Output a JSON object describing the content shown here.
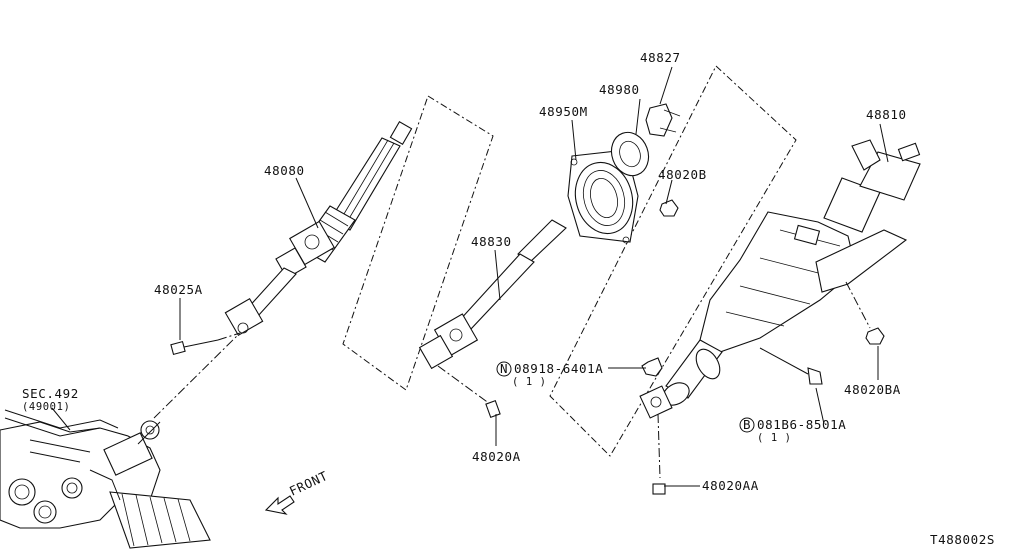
{
  "diagram": {
    "labels": {
      "p48827": "48827",
      "p48980": "48980",
      "p48950M": "48950M",
      "p48020B": "48020B",
      "p48810": "48810",
      "p48080": "48080",
      "p48830": "48830",
      "p48025A": "48025A",
      "p48020BA": "48020BA",
      "sec_ref": "SEC.492",
      "sec_sub": "(49001)",
      "nut_code": "08918-6401A",
      "nut_qty": "( 1 )",
      "nut_prefix": "N",
      "bolt_code": "081B6-8501A",
      "bolt_qty": "( 1 )",
      "bolt_prefix": "B",
      "p48020A": "48020A",
      "p48020AA": "48020AA",
      "front": "FRONT",
      "drawing_no": "T488002S"
    }
  }
}
